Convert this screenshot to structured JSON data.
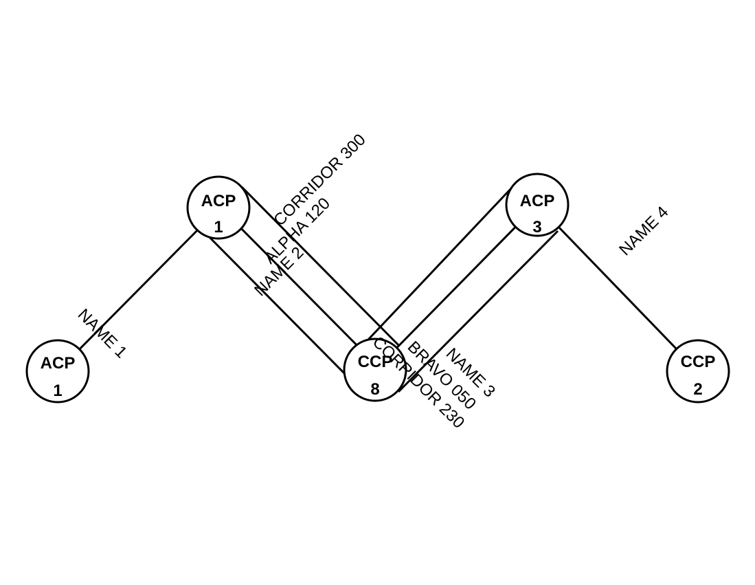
{
  "diagram": {
    "nodes": [
      {
        "type": "ACP",
        "num": "1"
      },
      {
        "type": "ACP",
        "num": "1"
      },
      {
        "type": "CCP",
        "num": "8"
      },
      {
        "type": "ACP",
        "num": "3"
      },
      {
        "type": "CCP",
        "num": "2"
      }
    ],
    "edges": [
      {
        "label": "NAME 1"
      },
      {
        "label": "NAME 2"
      },
      {
        "label": "ALPHA 120"
      },
      {
        "label": "CORRIDOR 300"
      },
      {
        "label": "CORRIDOR 230"
      },
      {
        "label": "BRAVO 050"
      },
      {
        "label": "NAME 3"
      },
      {
        "label": "NAME 4"
      }
    ]
  }
}
